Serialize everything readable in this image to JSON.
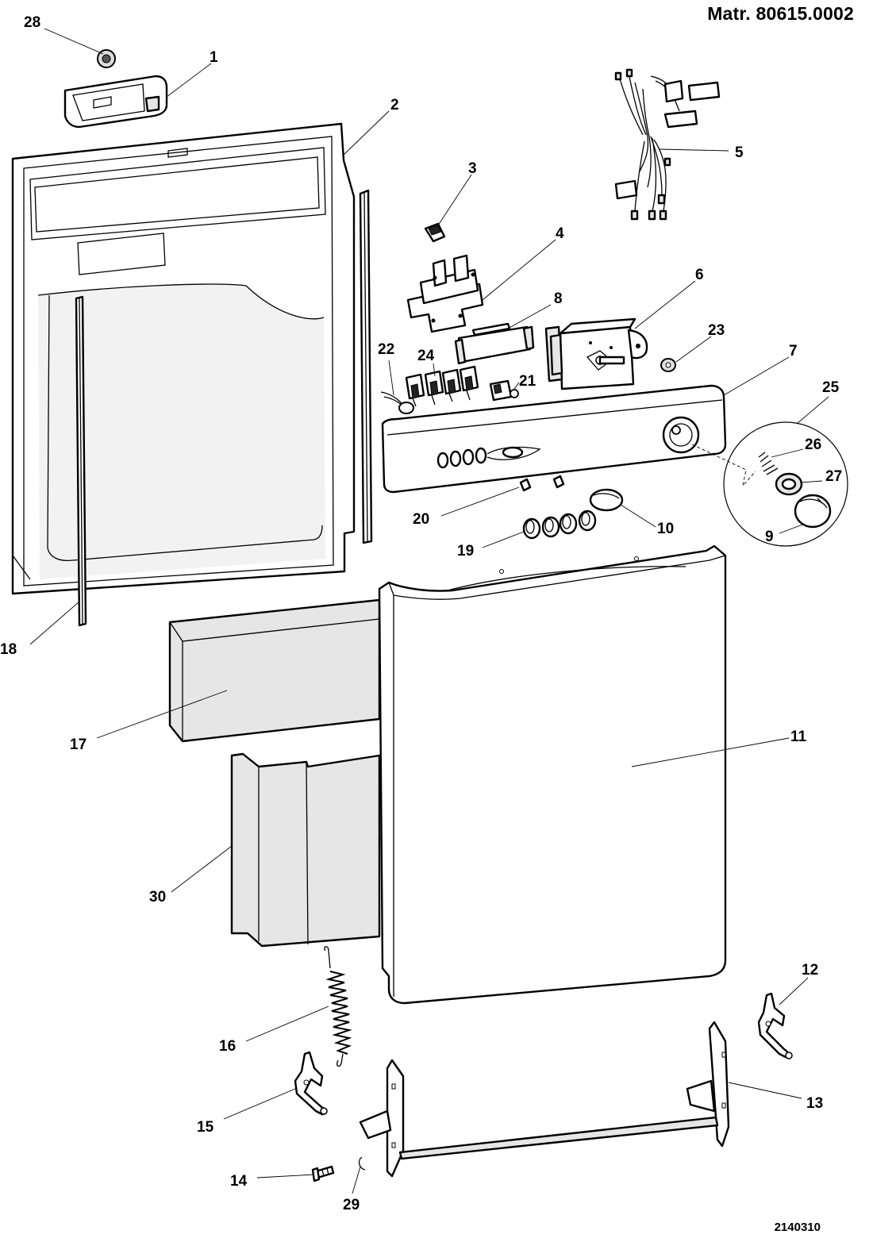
{
  "header": {
    "material": "Matr. 80615.0002"
  },
  "footer": {
    "code": "2140310"
  },
  "callouts": [
    {
      "id": "1",
      "label": "1",
      "part": "top-cover"
    },
    {
      "id": "2",
      "label": "2",
      "part": "inner-door-panel"
    },
    {
      "id": "3",
      "label": "3",
      "part": "small-switch"
    },
    {
      "id": "4",
      "label": "4",
      "part": "switch-bracket"
    },
    {
      "id": "5",
      "label": "5",
      "part": "wiring-harness"
    },
    {
      "id": "6",
      "label": "6",
      "part": "timer"
    },
    {
      "id": "7",
      "label": "7",
      "part": "control-panel"
    },
    {
      "id": "8",
      "label": "8",
      "part": "switch-holder"
    },
    {
      "id": "9",
      "label": "9",
      "part": "timer-knob"
    },
    {
      "id": "10",
      "label": "10",
      "part": "button"
    },
    {
      "id": "11",
      "label": "11",
      "part": "outer-door-panel"
    },
    {
      "id": "12",
      "label": "12",
      "part": "right-hinge"
    },
    {
      "id": "13",
      "label": "13",
      "part": "hinge-frame"
    },
    {
      "id": "14",
      "label": "14",
      "part": "pin"
    },
    {
      "id": "15",
      "label": "15",
      "part": "left-hinge"
    },
    {
      "id": "16",
      "label": "16",
      "part": "spring"
    },
    {
      "id": "17",
      "label": "17",
      "part": "insulation-upper"
    },
    {
      "id": "18",
      "label": "18",
      "part": "left-seal"
    },
    {
      "id": "19",
      "label": "19",
      "part": "push-buttons"
    },
    {
      "id": "20",
      "label": "20",
      "part": "indicator-lamps"
    },
    {
      "id": "21",
      "label": "21",
      "part": "lamp-holder"
    },
    {
      "id": "22",
      "label": "22",
      "part": "light-bulb"
    },
    {
      "id": "23",
      "label": "23",
      "part": "washer"
    },
    {
      "id": "24",
      "label": "24",
      "part": "push-switch-block"
    },
    {
      "id": "25",
      "label": "25",
      "part": "knob-assembly"
    },
    {
      "id": "26",
      "label": "26",
      "part": "knob-spring"
    },
    {
      "id": "27",
      "label": "27",
      "part": "knob-insert"
    },
    {
      "id": "28",
      "label": "28",
      "part": "screw-cap"
    },
    {
      "id": "29",
      "label": "29",
      "part": "clip"
    },
    {
      "id": "30",
      "label": "30",
      "part": "insulation-lower"
    }
  ]
}
